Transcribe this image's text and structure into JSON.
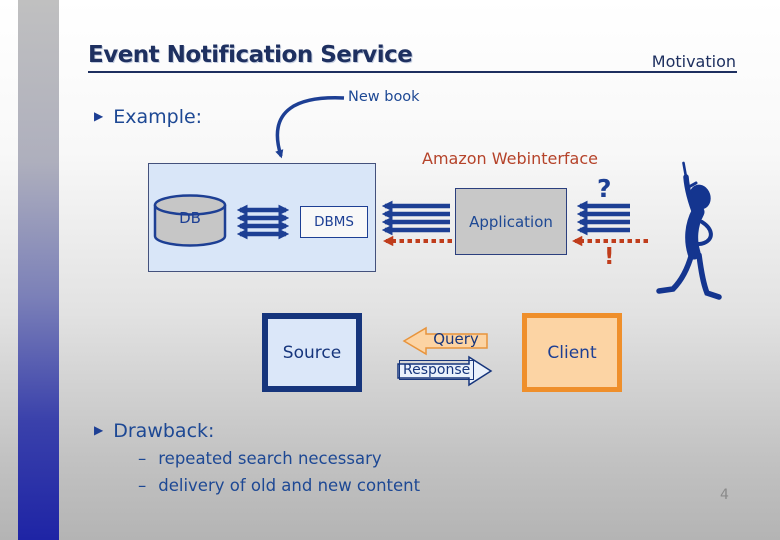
{
  "slide": {
    "title": "Event Notification Service",
    "header_right": "Motivation",
    "page_number": "4",
    "bullet_glyph": "▶",
    "dash_glyph": "–",
    "example_label": "Example:",
    "drawback_label": "Drawback:",
    "drawback_items": [
      "repeated search necessary",
      "delivery of old and new content"
    ],
    "annotations": {
      "new_book": "New book",
      "amazon_webinterface": "Amazon Webinterface",
      "question_mark": "?",
      "exclamation_mark": "!"
    },
    "diagram": {
      "db_label": "DB",
      "dbms_label": "DBMS",
      "application_label": "Application",
      "source_label": "Source",
      "client_label": "Client",
      "query_label": "Query",
      "response_label": "Response"
    },
    "colors": {
      "navy": "#1d3f94",
      "title_navy": "#1e3060",
      "text_blue": "#1d4894",
      "red_orange": "#c03d1c",
      "orange_border": "#ef8f2b",
      "peach_fill": "#fcd4a4",
      "light_blue_fill": "#d9e6f8",
      "gray_fill": "#c6c6c6",
      "accent_bar_blue": "#1e24a5"
    }
  }
}
